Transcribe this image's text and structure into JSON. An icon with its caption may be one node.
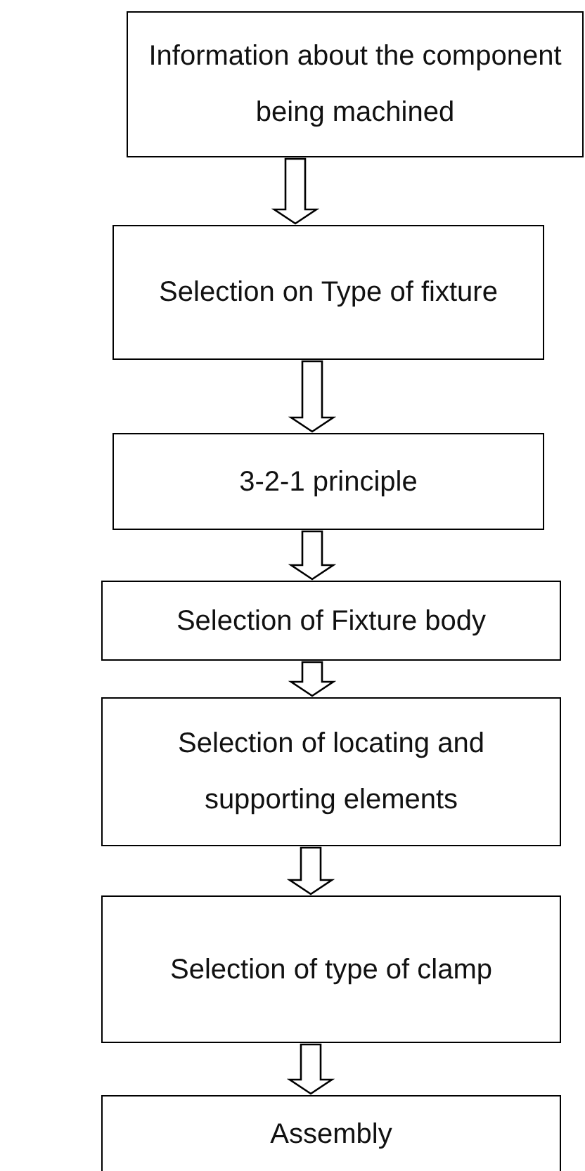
{
  "diagram": {
    "nodes": [
      {
        "text": [
          "Information about the component being machined"
        ]
      },
      {
        "text": [
          "Selection on Type of fixture"
        ]
      },
      {
        "text": [
          "3-2-1 principle"
        ]
      },
      {
        "text": [
          "Selection of Fixture body"
        ]
      },
      {
        "text": [
          "Selection of locating and supporting elements"
        ]
      },
      {
        "text": [
          "Selection of type of clamp"
        ]
      },
      {
        "text": [
          "Assembly"
        ]
      }
    ],
    "edges": [
      {
        "from": 0,
        "to": 1,
        "arrow": "to"
      },
      {
        "from": 1,
        "to": 2,
        "arrow": "to"
      },
      {
        "from": 2,
        "to": 3,
        "arrow": "to"
      },
      {
        "from": 3,
        "to": 4,
        "arrow": "to"
      },
      {
        "from": 4,
        "to": 5,
        "arrow": "to"
      },
      {
        "from": 5,
        "to": 6,
        "arrow": "to"
      }
    ]
  }
}
